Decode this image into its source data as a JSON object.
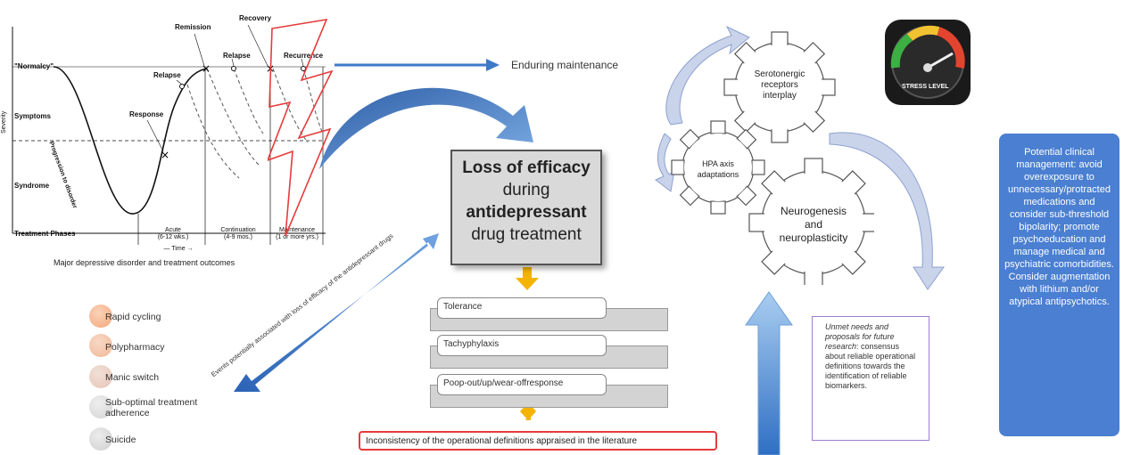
{
  "chart": {
    "phase_labels": [
      "Remission",
      "Recovery",
      "Relapse",
      "Recurrence",
      "Relapse",
      "Response",
      "Progression to disorder"
    ],
    "y_labels": [
      "\"Normalcy\"",
      "Symptoms",
      "Syndrome",
      "Treatment Phases"
    ],
    "severity_label": "Severity",
    "phases": [
      "Acute\n(6-12 wks.)",
      "Continuation\n(4-9 mos.)",
      "Maintenance\n(1 or more yrs.)"
    ],
    "time_label": "— Time →",
    "caption": "Major depressive disorder and treatment outcomes"
  },
  "enduring_label": "Enduring maintenance",
  "center": {
    "line1": "Loss of efficacy",
    "line2": "during",
    "line3": "antidepressant",
    "line4": "drug treatment"
  },
  "stages": [
    "Tolerance",
    "Tachyphylaxis",
    "Poop-out/up/wear-offresponse"
  ],
  "footnote": "Inconsistency of the operational definitions appraised in the literature",
  "arrow_caption": "Events potentially associated with loss of efficacy of the antidepressant drugs",
  "events": [
    {
      "label": "Rapid cycling",
      "color": "#f2a77a"
    },
    {
      "label": "Polypharmacy",
      "color": "#f0b795"
    },
    {
      "label": "Manic switch",
      "color": "#e6c4b4"
    },
    {
      "label": "Sub-optimal treatment\nadherence",
      "color": "#dcdcdc"
    },
    {
      "label": "Suicide",
      "color": "#d6d6d6"
    }
  ],
  "gears": {
    "serotonergic": "Serotonergic\nreceptors\ninterplay",
    "hpa": "HPA axis\nadaptations",
    "neuro": "Neurogenesis\nand\nneuroplasticity"
  },
  "gauge_label": "STRESS LEVEL",
  "unmet": {
    "italic": "Unmet needs and proposals for future research",
    "rest": ": consensus about reliable operational definitions towards the identification of reliable biomarkers."
  },
  "management": "Potential clinical management: avoid overexposure to unnecessary/protracted medications and consider sub-threshold bipolarity; promote psychoeducation and manage medical and psychiatric comorbidities. Consider augmentation with lithium and/or atypical antipsychotics.",
  "colors": {
    "accent_blue": "#4a7fd1",
    "arrow_blue": "#3d7ac8",
    "gold": "#f5b400",
    "red": "#e63b3b"
  }
}
